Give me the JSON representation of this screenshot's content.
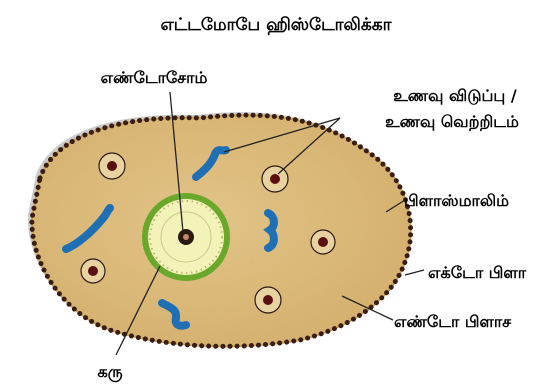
{
  "diagram": {
    "title": "எட்டமோபே ஹிஸ்டோலிக்கா",
    "labels": {
      "endosome": "எண்டோசோம்",
      "food_vacuole_line1": "உணவு விடுப்பு /",
      "food_vacuole_line2": "உணவு வெற்றிடம்",
      "plasmalemma": "பிளாஸ்மாலிம்",
      "ectoplasm": "எக்டோ பிளா",
      "endoplasm": "எண்டோ பிளாச",
      "nucleus": "கரு"
    },
    "colors": {
      "cytoplasm": "#e2c07e",
      "cytoplasm_edge": "#c9a35c",
      "membrane_dots": "#3a1e12",
      "nucleus_ring": "#6aa82c",
      "nucleus_fill": "#f3f2b8",
      "vacuole_ring": "#2a1a12",
      "vacuole_core": "#5a1010",
      "food_particle": "#1f6fb5",
      "leader_line": "#222222"
    }
  }
}
